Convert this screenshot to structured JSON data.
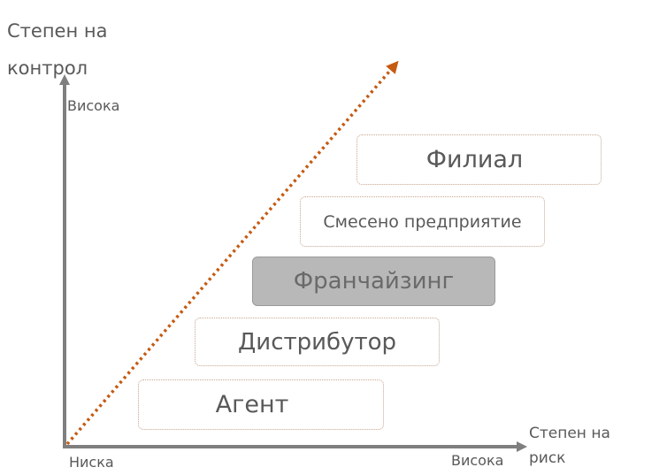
{
  "axes": {
    "y_title": "Степен на контрол",
    "y_high": "Висока",
    "x_title": "Степен на риск",
    "x_low": "Ниска",
    "x_high": "Висока"
  },
  "boxes": {
    "agent": "Агент",
    "distributor": "Дистрибутор",
    "franchise": "Франчайзинг",
    "joint_venture": "Смесено предприятие",
    "branch": "Филиал"
  },
  "colors": {
    "axis": "#7f7f7f",
    "trend_arrow": "#c55a11",
    "box_border": "#c9a58e",
    "highlight_fill": "#b8b8b8",
    "text": "#595959"
  },
  "highlighted_box": "Франчайзинг"
}
